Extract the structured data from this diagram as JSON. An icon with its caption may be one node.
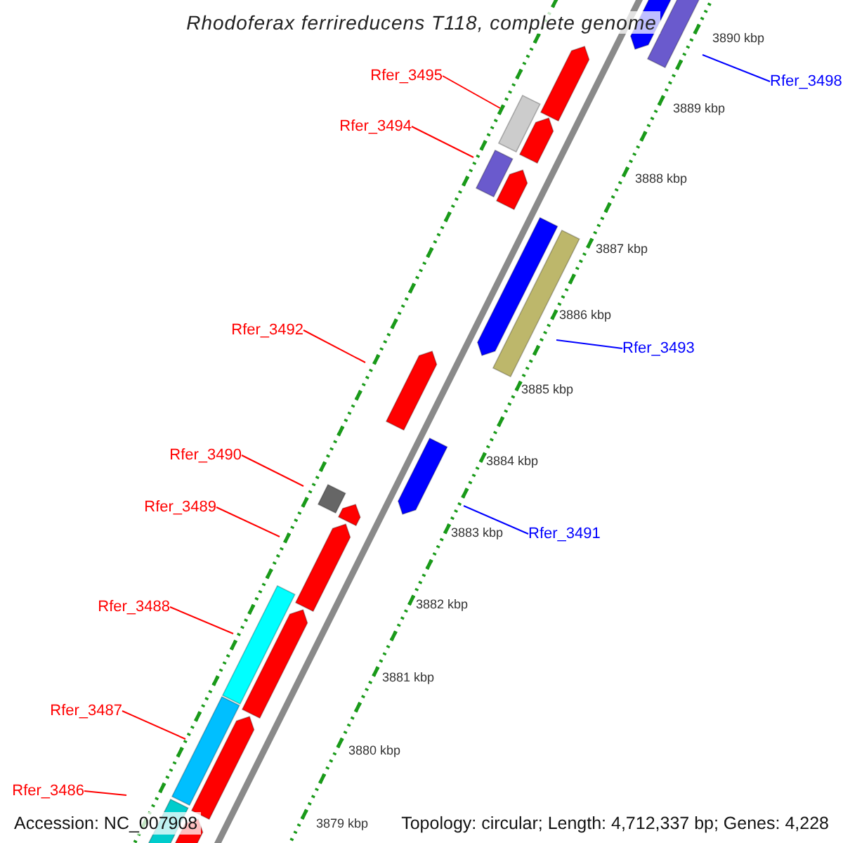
{
  "diagram": {
    "title": "Rhodoferax ferrireducens T118, complete genome",
    "nodes": [
      {
        "text": [
          "Rfer_3495"
        ]
      },
      {
        "text": [
          "Rfer_3498"
        ]
      },
      {
        "text": [
          "Rfer_3494"
        ]
      },
      {
        "text": [
          "Rfer_3492"
        ]
      },
      {
        "text": [
          "Rfer_3493"
        ]
      },
      {
        "text": [
          "Rfer_3490"
        ]
      },
      {
        "text": [
          "Rfer_3489"
        ]
      },
      {
        "text": [
          "Rfer_3491"
        ]
      },
      {
        "text": [
          "Rfer_3488"
        ]
      },
      {
        "text": [
          "Rfer_3487"
        ]
      },
      {
        "text": [
          "Rfer_3486"
        ]
      }
    ],
    "edges": [
      {
        "from": 0,
        "to": null,
        "arrow": "none"
      },
      {
        "from": 1,
        "to": null,
        "arrow": "none",
        "color": "#0000ff"
      },
      {
        "from": 2,
        "to": null,
        "arrow": "none"
      },
      {
        "from": 3,
        "to": null,
        "arrow": "none"
      },
      {
        "from": 4,
        "to": null,
        "arrow": "none",
        "color": "#0000ff"
      },
      {
        "from": 5,
        "to": null,
        "arrow": "none"
      },
      {
        "from": 6,
        "to": null,
        "arrow": "none"
      },
      {
        "from": 7,
        "to": null,
        "arrow": "none",
        "color": "#0000ff"
      },
      {
        "from": 8,
        "to": null,
        "arrow": "none"
      },
      {
        "from": 9,
        "to": null,
        "arrow": "none"
      },
      {
        "from": 10,
        "to": null,
        "arrow": "none"
      }
    ],
    "labels": [
      "3890 kbp",
      "3889 kbp",
      "3888 kbp",
      "3887 kbp",
      "3886 kbp",
      "3885 kbp",
      "3884 kbp",
      "3883 kbp",
      "3882 kbp",
      "3881 kbp",
      "3880 kbp",
      "3879 kbp",
      "Accession: NC_007908",
      "Topology: circular; Length: 4,712,337 bp; Genes: 4,228"
    ]
  }
}
